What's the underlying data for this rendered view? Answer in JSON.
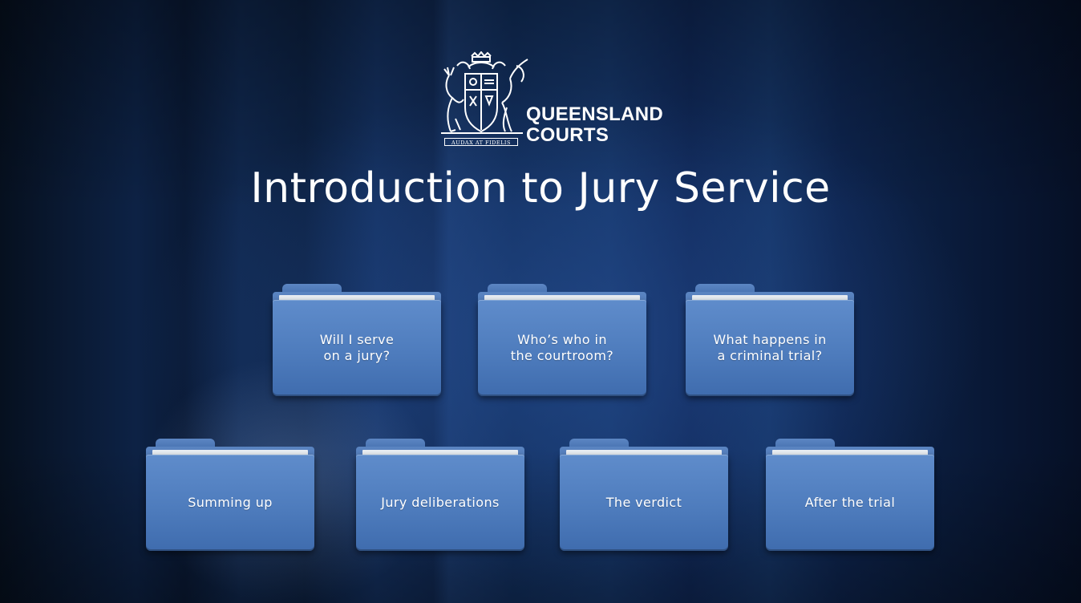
{
  "brand": {
    "line1": "QUEENSLAND",
    "line2": "COURTS",
    "motto": "AUDAX AT FIDELIS"
  },
  "page": {
    "title": "Introduction to Jury Service"
  },
  "folders": {
    "row1": [
      {
        "label": "Will I serve\non a jury?"
      },
      {
        "label": "Who’s who in\nthe courtroom?"
      },
      {
        "label": "What happens in\na criminal trial?"
      }
    ],
    "row2": [
      {
        "label": "Summing up"
      },
      {
        "label": "Jury deliberations"
      },
      {
        "label": "The verdict"
      },
      {
        "label": "After the trial"
      }
    ]
  },
  "icons": {
    "crest": "queensland-coat-of-arms-icon",
    "folder": "folder-icon"
  },
  "colors": {
    "background": "#0b1a33",
    "folder": "#4e7cbd",
    "text": "#ffffff"
  }
}
